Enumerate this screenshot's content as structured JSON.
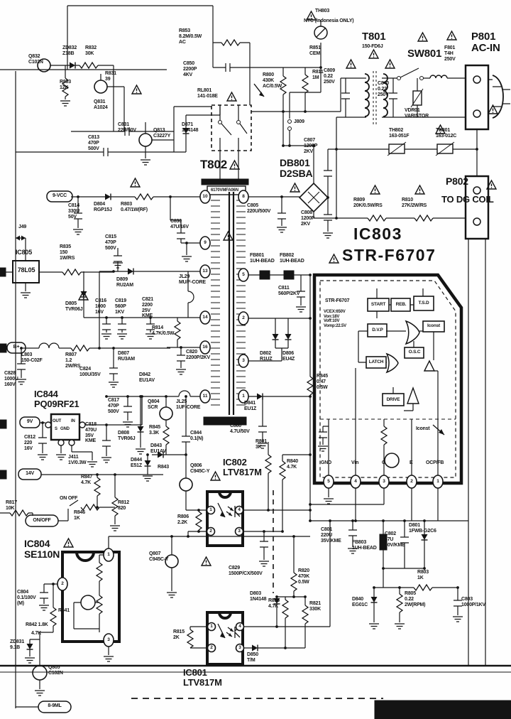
{
  "colors": {
    "ink": "#141414",
    "paper": "#fefefe"
  },
  "pin": {
    "n1": "1",
    "n2": "2",
    "n3": "3",
    "n4": "4",
    "n5": "5",
    "n8": "8",
    "n9": "9",
    "n10": "10",
    "n11": "11",
    "n13": "13",
    "n14": "14",
    "n16": "16"
  },
  "blocks": {
    "start": "START",
    "reb": "REB.",
    "tsd": "T.S.D",
    "dvp": "D.V.P",
    "iconst": "Iconst",
    "osc": "O.S.C",
    "latch": "LATCH",
    "drive": "DRIVE",
    "iconst2": "Iconst",
    "reg7805": "78L05"
  },
  "labels": {
    "q832": "Q832\nC102N",
    "zd832": "ZD832\nZ18B",
    "r832": "R832\n30K",
    "r803a": "R803\n12K",
    "r831": "R831\n39",
    "q831": "Q831\nA1024",
    "c831": "C831\n22U/50V",
    "c813": "C813\n470P\n500V",
    "q813": "Q813\nC3227Y",
    "d871": "D871\n1N4148",
    "rl801": "RL801\n141-018E",
    "r853": "R853\n8.2M/0.5W\nAC",
    "c850": "C850\n2200P\n4KV",
    "th803": "TH803",
    "th803b": "NTC (Indonesia ONLY)",
    "r851": "R851\nCEM",
    "r811": "R811\n1M",
    "r800": "R800\n430K\nAC/0.5W",
    "j809": "J809",
    "t801": "T801",
    "t801m": "150-FD6J",
    "c809": "C809\n0.22\n250V",
    "c840": "C840\n0.22\n250V",
    "sw801": "SW801",
    "f801": "F801\nT4H\n250V",
    "p801": "P801\nAC-IN",
    "vdr01": "VDR01\nVARISTOR",
    "th802": "TH802\n163-051F",
    "th801": "TH801\n163-012C",
    "p802a": "P802",
    "p802b": "TO DG COIL",
    "r809": "R809\n20K/0.5W/RS",
    "r810": "R810\n27K/2W/RS",
    "t802": "T802",
    "t802m": "6170VMFA06N",
    "db801": "DB801\nD2SBA",
    "c807": "C807\n1200P\n2KV",
    "c808": "C808\n1200P\n2KV",
    "c805": "C805\n220U/500V",
    "ic803": "IC803",
    "strbig": "STR-F6707",
    "stri": "STR-F6707",
    "vcex": "VCEX:650V\nVon:18V\nVoff:10V\nVomp:22.5V",
    "pgnd": "GND",
    "pvin": "Vin",
    "pc": "C",
    "pe": "E",
    "pocp": "OCP/FB",
    "vcc9": "9-VCC",
    "c814": "C814\n330U\n50V",
    "d804": "D804\nRGP15J",
    "r803b": "R803\n0.47/1W(RF)",
    "j49": "J49",
    "ic805t": "IC805",
    "r835": "R835\n150\n1W/RS",
    "c815": "C815\n470P\n500V",
    "d809": "D809\nRU2AM",
    "c830": "C830\n47U/16V",
    "jl29": "JL29\nMU/F-CORE",
    "d805": "D805\nTVR06J",
    "c816": "C816\n1000\n16V",
    "c819": "C819\n560P\n1KV",
    "c821": "C821\n2200\n25V\nKME",
    "r814": "R814\n4.7K/0.5W",
    "c820": "C820\n2200P/2KV",
    "d807": "D807\nRU3AM",
    "fb801": "FB801\n1UH-BEAD",
    "fb802": "FB802\n1UH-BEAD",
    "c811": "C811\n560P/2KV",
    "d802": "D802\nR1UZ",
    "d806": "D806\nEU4Z",
    "r845a": "R845\n0.47\n0.5W",
    "d841": "D841\nEU1Z",
    "c860": "C860\n4.7U/50V",
    "r801": "R801\n3K",
    "r840": "R840\n4.7K",
    "d842": "D842\nEU1AV",
    "q804": "Q804\nSCR",
    "jl25": "JL25\n1UF-CORE",
    "r845b": "R845\n3.3K",
    "c844": "C844\n0.1(N)",
    "d843": "D843\nEU1AV",
    "d844": "D844\nE51Z",
    "r843": "R843",
    "q806": "Q806\nC945C-Y",
    "ic802": "IC802\nLTV817M",
    "r806": "R806\n2.2K",
    "q807": "Q807\nC945C-Y",
    "c829": "C829\n1500P/CX/500V",
    "d803": "D803\n1N4148",
    "r820": "R820\n470K\n0.5W",
    "r896": "R896\n4.7K",
    "r821": "R821\n330K",
    "ic801": "IC801\nLTV817M",
    "r815": "R815\n2K",
    "d850": "D850\nT/M",
    "r817": "R817\n10K",
    "onoff": "ON/OFF",
    "onofftxt": "ON  OFF",
    "r846": "R846\n1K",
    "r847": "R847\n4.7K",
    "r812": "R812\n820",
    "v14": "14V",
    "v9": "9V",
    "bplus": "B+",
    "ic804t": "IC804\nSE110N",
    "c804": "C804\n0.1/100V\n(M)",
    "r841l": "R841",
    "r842l": "R842 1.8K",
    "r842l2": "4.7K",
    "zd831": "ZD831\n9.1B",
    "q805": "Q805\nC102N",
    "tag89": "8-9ML",
    "c801": "C801\n220U\n35V/KME",
    "fb803": "FB803\n1UH-BEAD",
    "c802": "C802\n47U\n50V/KME",
    "d801": "D801\n1FWB-G2C6",
    "r803c": "R803\n1K",
    "d840": "D840\nEG01C",
    "r805": "R805\n0.22\n2W(RPM)",
    "c803": "C803\n1000P/1KV",
    "c817": "C817\n470P\n500V",
    "d808": "D808\nTVR06J",
    "c818": "C818\n470U\n35V\nKME",
    "j411": "J411\n1V/0.3W",
    "c812": "C812\n220\n16V",
    "c824": "C824\n100U/35V",
    "c828": "C828\n1000U\n160V",
    "l803": "L803\n150-C02F",
    "r807": "R807\n1.2\n2W/RS",
    "ic844t": "IC844\nPQ09RF21",
    "o_out": "OUT",
    "o_in": "IN",
    "o_s": "S",
    "o_gnd": "GND"
  }
}
